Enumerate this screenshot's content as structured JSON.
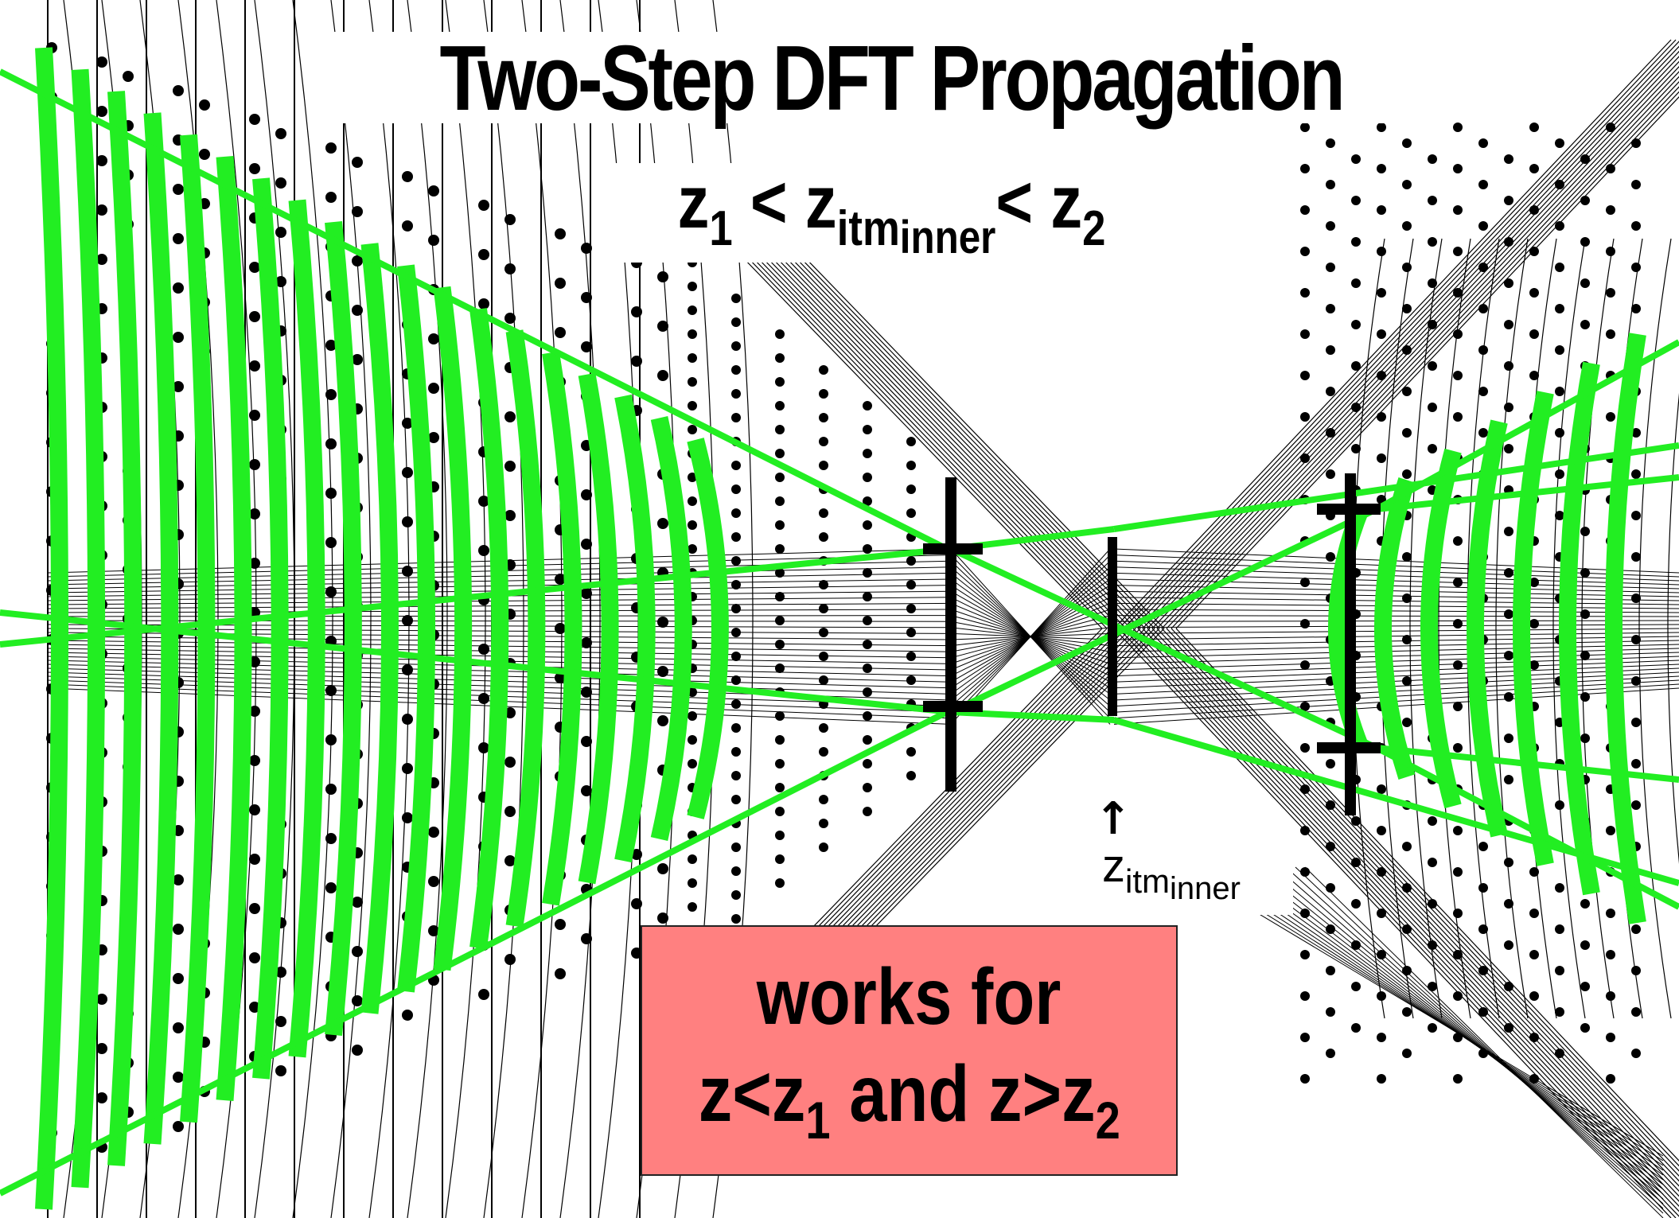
{
  "title": "Two-Step DFT Propagation",
  "condition": {
    "z_left": "z",
    "z_left_sub": "1",
    "lt_1": " < ",
    "z_mid": "z",
    "z_mid_sub": "itm",
    "z_mid_subsub": "inner",
    "lt_2": "< ",
    "z_right": "z",
    "z_right_sub": "2"
  },
  "marker": {
    "arrow": "↑",
    "label": "z",
    "label_sub": "itm",
    "label_subsub": "inner"
  },
  "note": {
    "line1": "works for",
    "line2_a": "z<z",
    "line2_a_sub": "1",
    "line2_b": " and z>z",
    "line2_b_sub": "2"
  },
  "colors": {
    "background": "#ffffff",
    "beam_green": "#22ee22",
    "ink": "#000000",
    "note_fill": "#ff8080"
  }
}
